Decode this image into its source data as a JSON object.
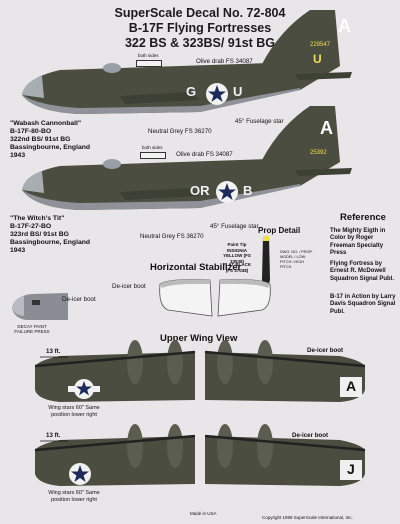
{
  "header": {
    "line1": "SuperScale Decal No. 72-804",
    "line2": "B-17F Flying Fortresses",
    "line3": "322 BS & 323BS/ 91st BG"
  },
  "aircraft1": {
    "name": "\"Wabash Cannonball\"",
    "model": "B-17F-80-BO",
    "unit": "322nd BS/ 91st BG",
    "base": "Bassingbourne, England",
    "year": "1943",
    "tail_letter": "A",
    "tail_letter2": "U",
    "serial": "229547",
    "code_left": "G",
    "code_right": "U",
    "color_upper": "Olive drab FS 34087",
    "color_lower": "Neutral Grey FS 36270",
    "star_note": "45° Fuselage star",
    "both_sides": "both sides"
  },
  "aircraft2": {
    "name": "\"The Witch's Tit\"",
    "model": "B-17F-27-BO",
    "unit": "323rd BS/ 91st BG",
    "base": "Bassingbourne, England",
    "year": "1943",
    "tail_letter": "A",
    "serial": "25392",
    "code_left": "OR",
    "code_right": "B",
    "color_upper": "Olive drab FS 34087",
    "color_lower": "Neutral Grey FS 36270",
    "star_note": "45° Fuselage star",
    "both_sides": "both sides"
  },
  "reference": {
    "title": "Reference",
    "items": [
      "The Mighty Eigth in Color by Roger Freeman Specialty Press",
      "Flying Fortress by Ernest R. McDowell Squadron Signal Publ.",
      "B-17 in Action by Larry Davis Squadron Signal Publ."
    ]
  },
  "prop": {
    "title": "Prop Detail",
    "paint_tip": "Paint Tip INSIGNIA YELLOW (FS 33538)",
    "flat_black": "FLAT BLACK (FS 37038)",
    "decal_labels": "DWG. NO. / PROP. MODEL / LOW PITCH / HIGH PITCH"
  },
  "stabilizer": {
    "title": "Horizontal Stabilizer",
    "deicer": "De-icer boot"
  },
  "nose": {
    "deicer": "De-icer boot",
    "note": "DECAY PAINT FAILURE PRESS"
  },
  "wings": {
    "title": "Upper Wing View",
    "dim1": "13 ft.",
    "dim2": "13 ft.",
    "star_note1": "Wing stars 60\" Same position lower right",
    "star_note2": "Wing stars 60\" Same position lower right",
    "deicer1": "De-icer boot",
    "deicer2": "De-icer boot",
    "letter1": "A",
    "letter2": "J"
  },
  "footer": {
    "made_in": "Made in USA",
    "copyright": "Copyright 1999 SuperScale International, Inc."
  },
  "colors": {
    "olive_drab": "#4a4d3f",
    "neutral_grey": "#8f9298",
    "background": "#e9e6e9"
  }
}
